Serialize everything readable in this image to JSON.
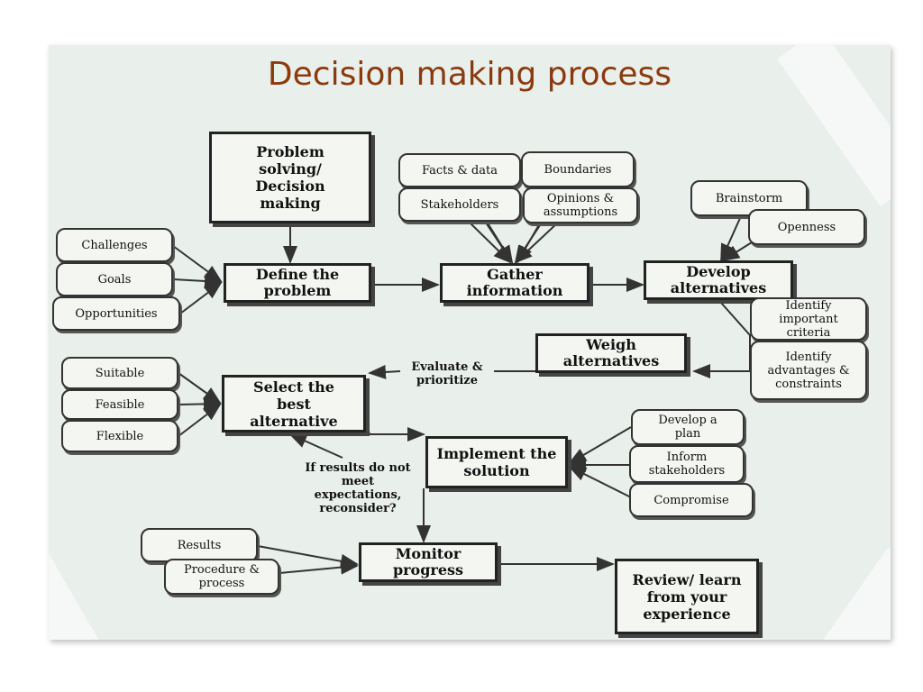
{
  "title": "Decision making process",
  "nodes": {
    "problem_solving": "Problem solving/ Decision making",
    "define_problem": "Define the problem",
    "gather_info": "Gather information",
    "develop_alt": "Develop alternatives",
    "weigh_alt": "Weigh alternatives",
    "select_best": "Select the best alternative",
    "implement": "Implement the solution",
    "monitor": "Monitor progress",
    "review": "Review/ learn from your experience"
  },
  "inputs": {
    "challenges": "Challenges",
    "goals": "Goals",
    "opportunities": "Opportunities",
    "facts": "Facts & data",
    "boundaries": "Boundaries",
    "stakeholders": "Stakeholders",
    "opinions": "Opinions & assumptions",
    "brainstorm": "Brainstorm",
    "openness": "Openness",
    "identify_criteria": "Identify important criteria",
    "identify_adv": "Identify advantages & constraints",
    "suitable": "Suitable",
    "feasible": "Feasible",
    "flexible": "Flexible",
    "develop_plan": "Develop a plan",
    "inform": "Inform stakeholders",
    "compromise": "Compromise",
    "results": "Results",
    "procedure": "Procedure & process"
  },
  "labels": {
    "evaluate": "Evaluate & prioritize",
    "reconsider": "If results do not meet expectations, reconsider?"
  },
  "colors": {
    "title": "#8b3a0e",
    "background": "#e9efea",
    "line": "#333333"
  }
}
